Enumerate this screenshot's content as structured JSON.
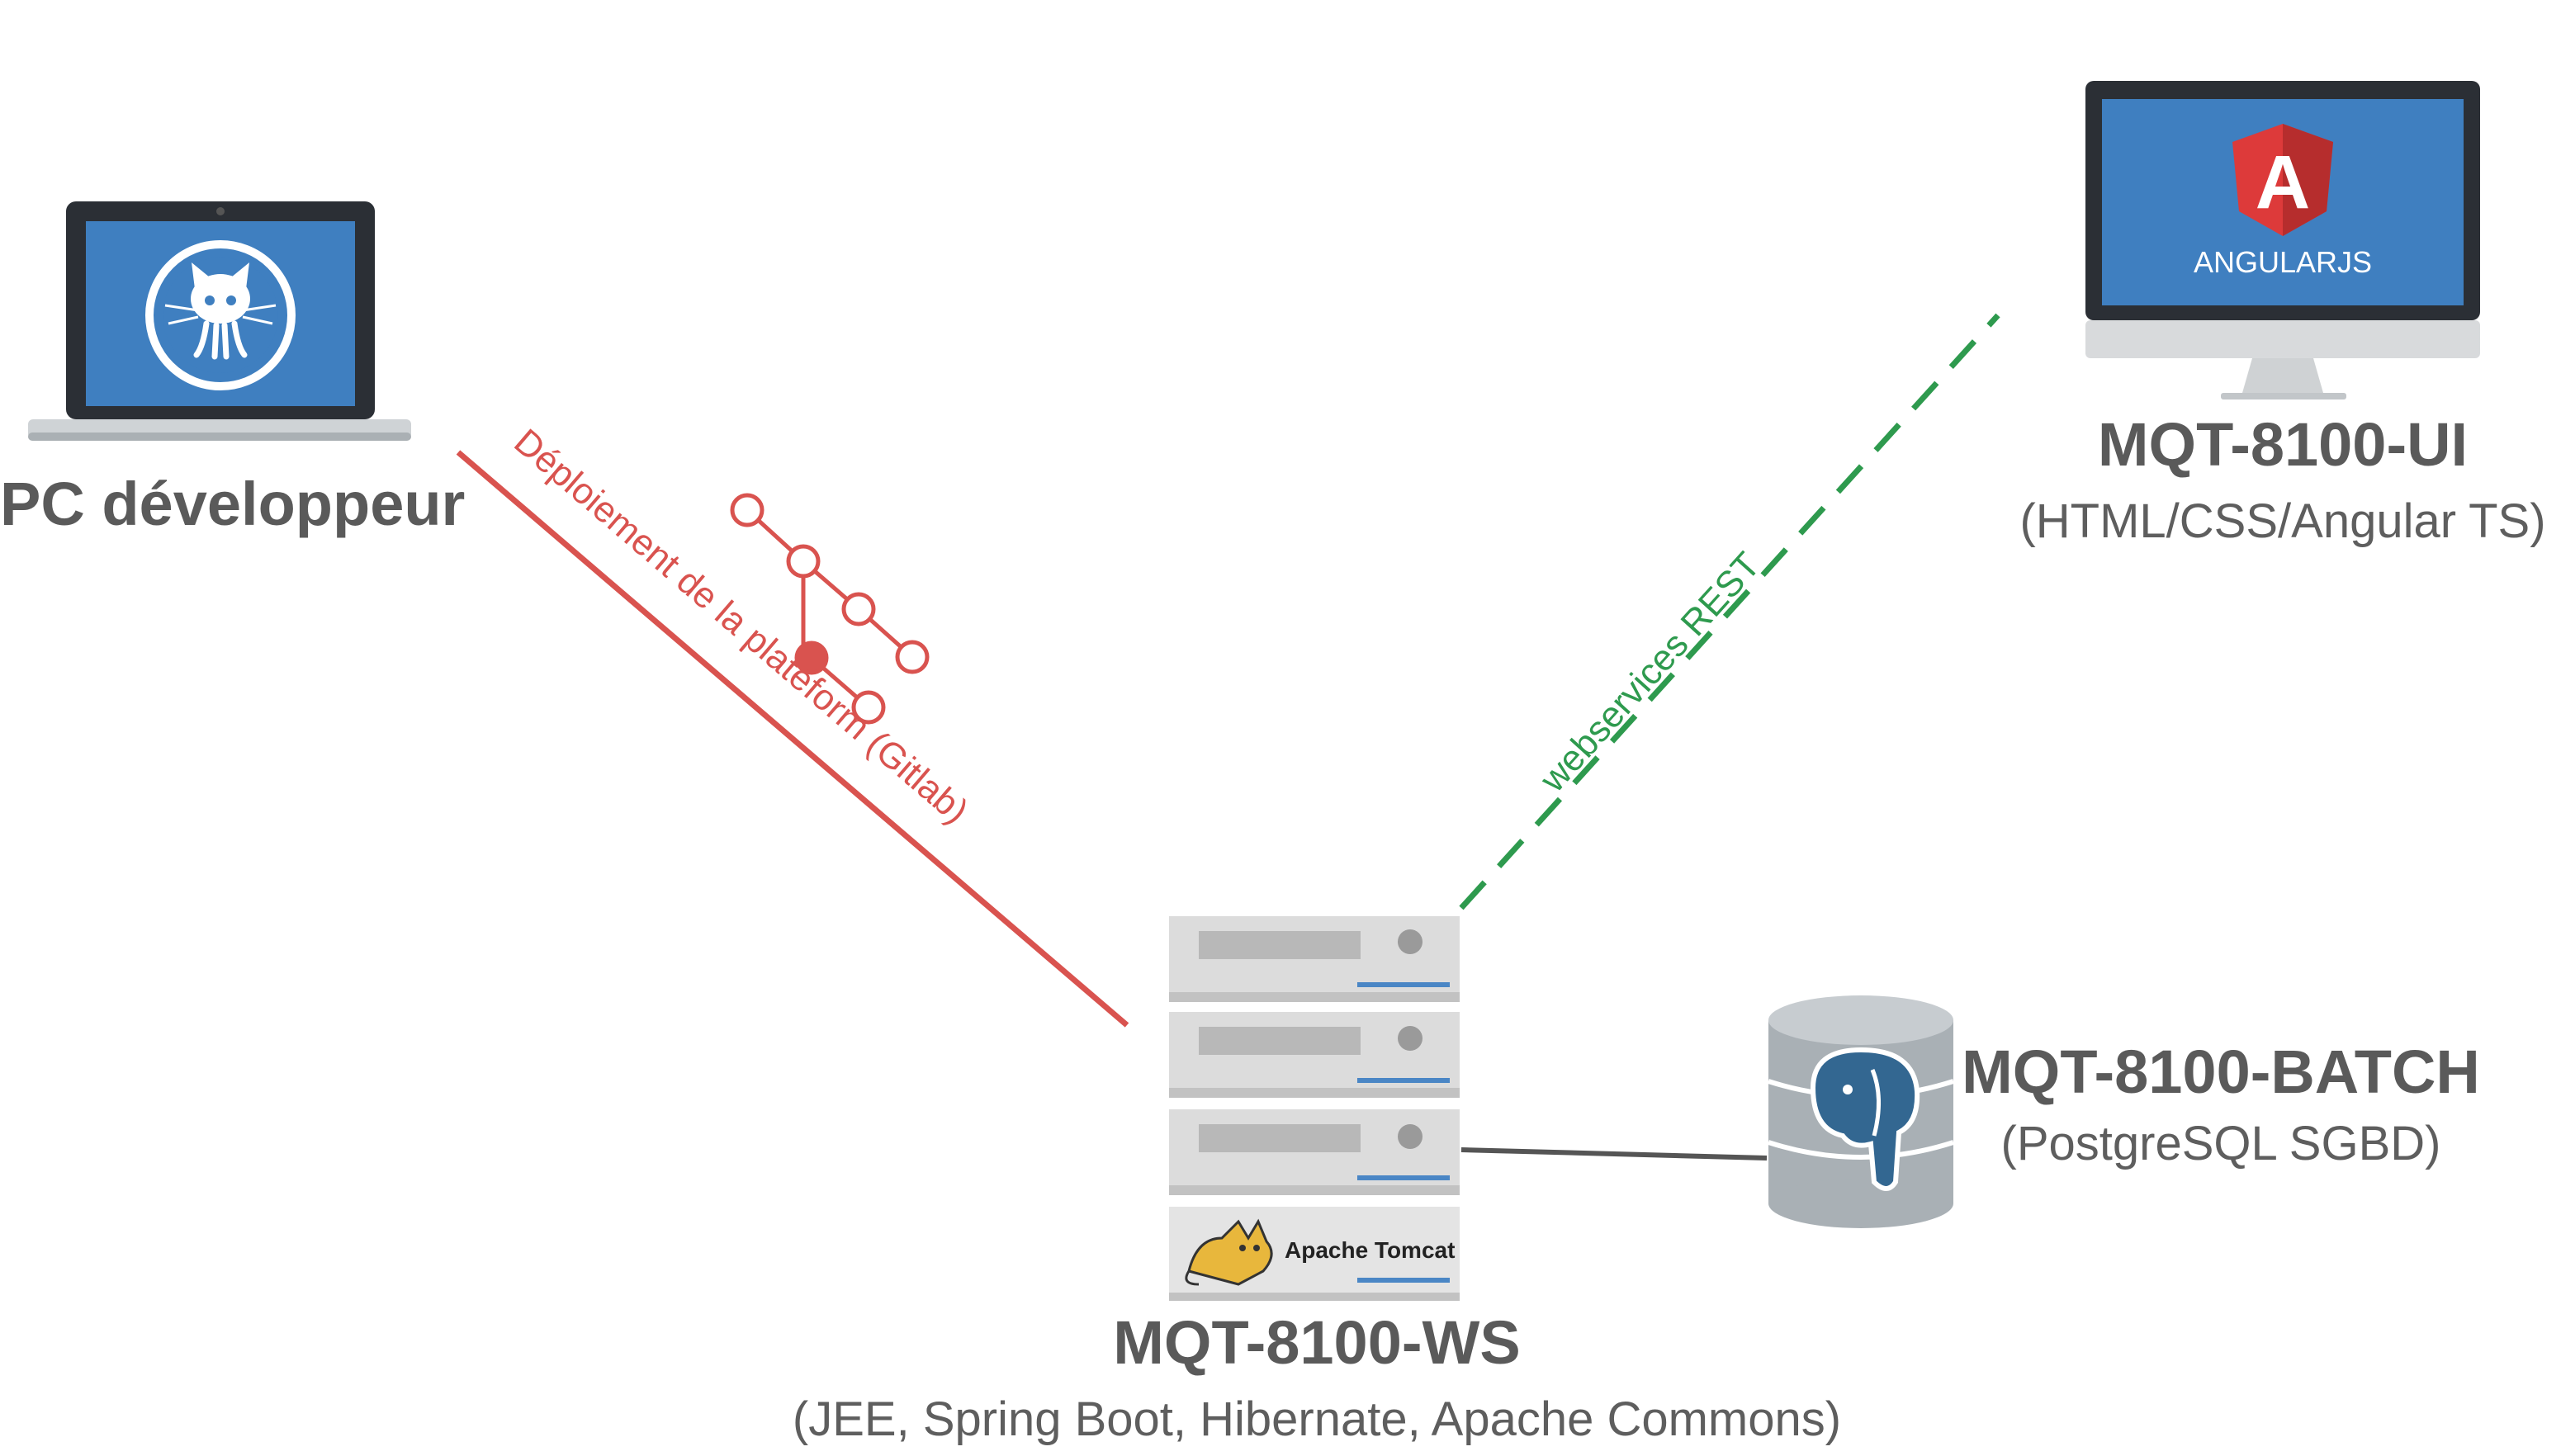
{
  "nodes": {
    "dev_pc": {
      "title": "PC développeur"
    },
    "ui": {
      "title": "MQT-8100-UI",
      "subtitle": "(HTML/CSS/Angular TS)",
      "logo_text": "ANGULARJS",
      "logo_letter": "A"
    },
    "ws": {
      "title": "MQT-8100-WS",
      "subtitle": "(JEE, Spring Boot, Hibernate, Apache Commons)",
      "server_badge": "Apache Tomcat"
    },
    "batch": {
      "title": "MQT-8100-BATCH",
      "subtitle": "(PostgreSQL SGBD)"
    }
  },
  "edges": {
    "deploy": {
      "label": "Déploiement de la plateform (Gitlab)",
      "color": "#d9534f"
    },
    "rest": {
      "label": "webservices REST",
      "color": "#2e9a4e"
    },
    "db": {
      "color": "#555555"
    }
  },
  "colors": {
    "screen_blue": "#3f7fc0",
    "device_dark": "#2b2f35",
    "angular_red": "#dd3a3a",
    "server_grey": "#d6d6d6",
    "db_grey": "#a9b0b5",
    "text_grey": "#5a5a5a"
  }
}
